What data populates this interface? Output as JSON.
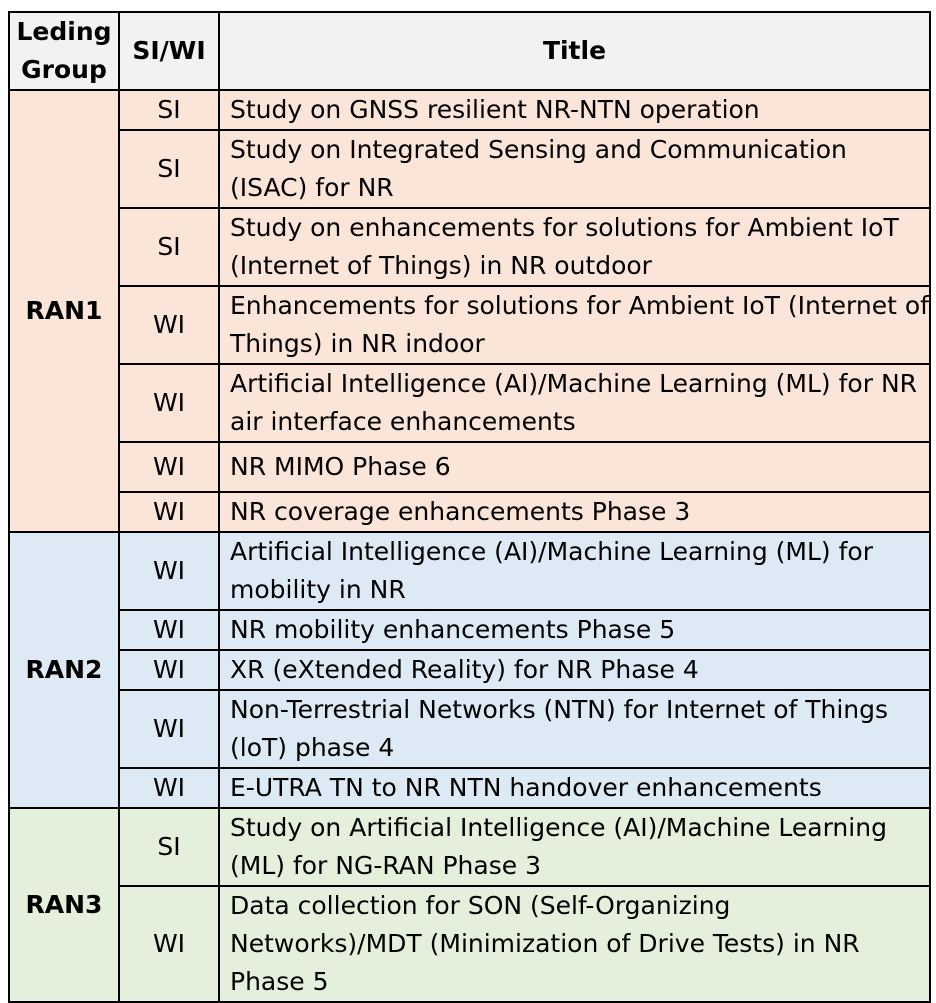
{
  "headers": {
    "group": "Leding Group",
    "type": "SI/WI",
    "title": "Title"
  },
  "groups": [
    {
      "name": "RAN1",
      "color": "#fbe4d8",
      "rows": [
        {
          "type": "SI",
          "title": "Study on GNSS resilient NR-NTN operation"
        },
        {
          "type": "SI",
          "title": "Study on Integrated Sensing and Communication (ISAC) for NR"
        },
        {
          "type": "SI",
          "title": "Study on enhancements for solutions for Ambient IoT (Internet of Things) in NR outdoor"
        },
        {
          "type": "WI",
          "title": "Enhancements for solutions for Ambient IoT (Internet of Things) in NR indoor"
        },
        {
          "type": "WI",
          "title": "Artificial Intelligence (AI)/Machine Learning (ML) for NR air interface enhancements"
        },
        {
          "type": "WI",
          "title": "NR MIMO Phase 6"
        },
        {
          "type": "WI",
          "title": "NR coverage enhancements Phase 3"
        }
      ]
    },
    {
      "name": "RAN2",
      "color": "#dde9f5",
      "rows": [
        {
          "type": "WI",
          "title": "Artificial Intelligence (AI)/Machine Learning (ML) for mobility in NR"
        },
        {
          "type": "WI",
          "title": "NR mobility enhancements Phase 5"
        },
        {
          "type": "WI",
          "title": "XR (eXtended Reality) for NR Phase 4"
        },
        {
          "type": "WI",
          "title": "Non-Terrestrial Networks (NTN) for Internet of Things (loT) phase 4"
        },
        {
          "type": "WI",
          "title": "E-UTRA TN to NR NTN handover enhancements"
        }
      ]
    },
    {
      "name": "RAN3",
      "color": "#e4efdc",
      "rows": [
        {
          "type": "SI",
          "title": "Study on Artificial Intelligence (AI)/Machine Learning (ML) for NG-RAN Phase 3"
        },
        {
          "type": "WI",
          "title": "Data collection for SON (Self-Organizing Networks)/MDT (Minimization of Drive Tests) in NR Phase 5"
        }
      ]
    }
  ]
}
